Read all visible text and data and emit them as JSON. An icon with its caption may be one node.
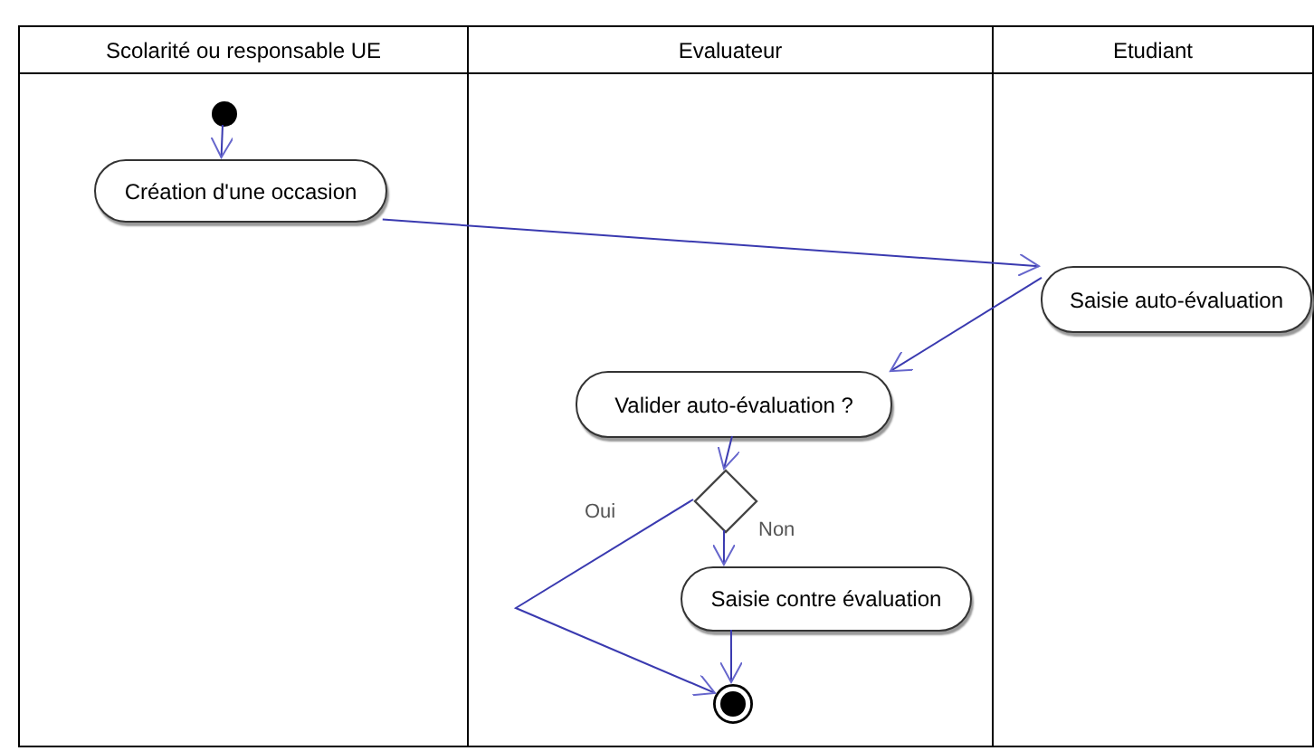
{
  "diagram": {
    "nodes": [
      {
        "text": [
          "Scolarité ou responsable UE"
        ]
      },
      {
        "text": [
          "Evaluateur"
        ]
      },
      {
        "text": [
          "Etudiant"
        ]
      },
      {
        "text": [],
        "shape": "circle",
        "in": 0
      },
      {
        "text": [
          "Création d'une occasion"
        ],
        "in": 0
      },
      {
        "text": [
          "Saisie auto-évaluation"
        ],
        "in": 2
      },
      {
        "text": [
          "Valider auto-évaluation ?"
        ],
        "in": 1
      },
      {
        "text": [],
        "shape": "diamond",
        "in": 1
      },
      {
        "text": [
          "Saisie contre évaluation"
        ],
        "in": 1
      },
      {
        "text": [],
        "shape": "bullseye",
        "in": 1
      }
    ],
    "edges": [
      {
        "from": 3,
        "to": 4,
        "arrow": "to"
      },
      {
        "from": 4,
        "to": 5,
        "arrow": "to"
      },
      {
        "from": 5,
        "to": 6,
        "arrow": "to"
      },
      {
        "from": 6,
        "to": 7,
        "arrow": "to"
      },
      {
        "from": 7,
        "to": 8,
        "arrow": "to",
        "label": "Non"
      },
      {
        "from": 7,
        "to": 9,
        "arrow": "to",
        "label": "Oui"
      },
      {
        "from": 8,
        "to": 9,
        "arrow": "to"
      }
    ]
  }
}
